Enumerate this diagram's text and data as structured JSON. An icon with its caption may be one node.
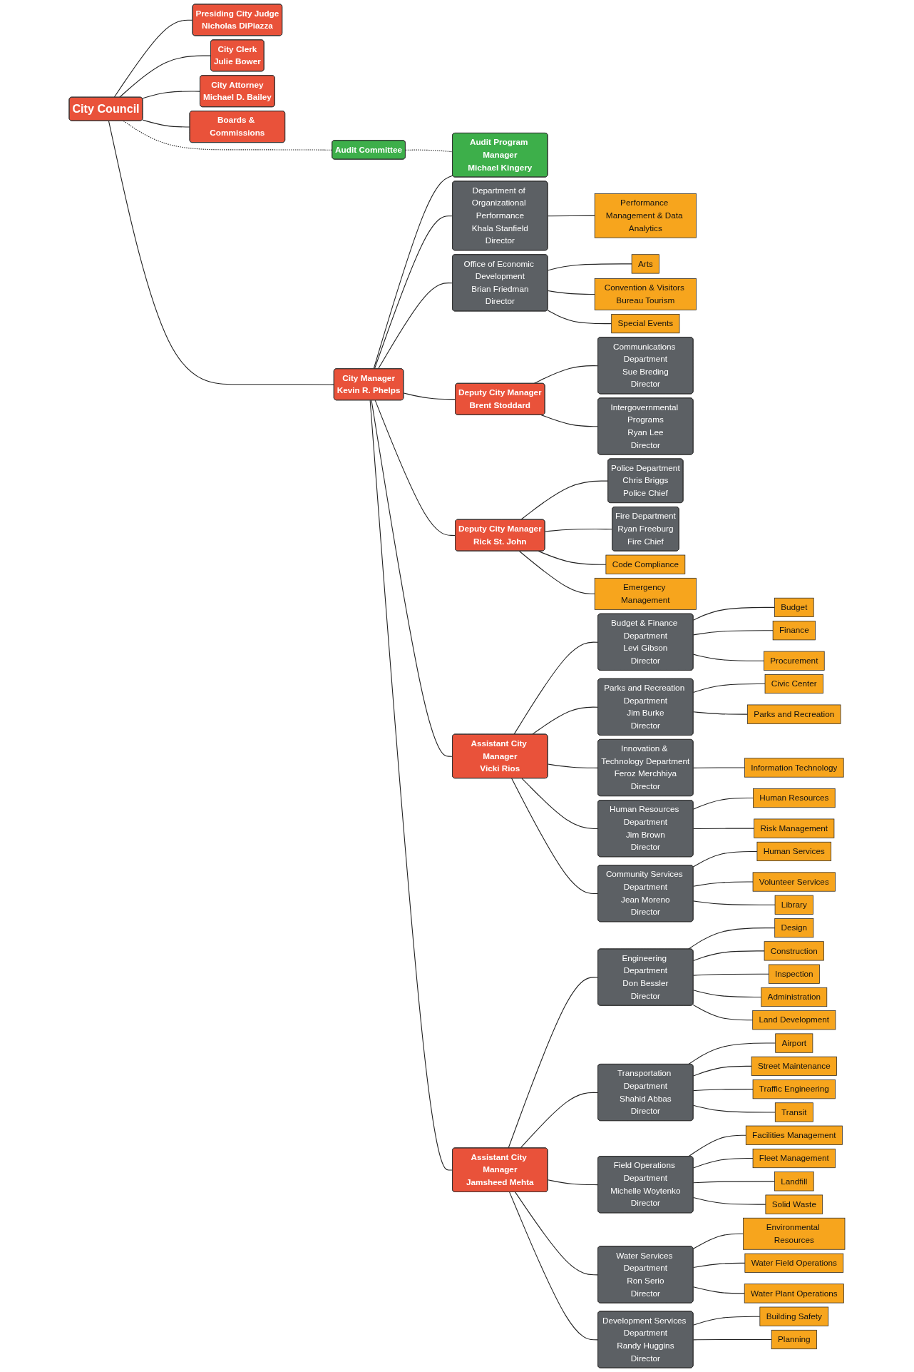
{
  "diagram": {
    "nodes": [
      {
        "text": [
          "City Council"
        ]
      },
      {
        "text": [
          "Audit Committee"
        ]
      },
      {
        "text": [
          "Presiding City Judge",
          "Nicholas DiPiazza"
        ]
      },
      {
        "text": [
          "City Clerk",
          "Julie Bower"
        ]
      },
      {
        "text": [
          "City Manager",
          "Kevin R. Phelps"
        ]
      },
      {
        "text": [
          "City Attorney",
          "Michael D. Bailey"
        ]
      },
      {
        "text": [
          "Boards & Commissions"
        ]
      },
      {
        "text": [
          "Audit Program Manager",
          "Michael Kingery"
        ]
      },
      {
        "text": [
          "Department of Organizational Performance",
          "Khala Stanfield",
          "Director"
        ]
      },
      {
        "text": [
          "Performance Management & Data Analytics"
        ]
      },
      {
        "text": [
          "Office of Economic Development",
          "Brian Friedman",
          "Director"
        ]
      },
      {
        "text": [
          "Arts"
        ]
      },
      {
        "text": [
          "Convention & Visitors Bureau Tourism"
        ]
      },
      {
        "text": [
          "Special Events"
        ]
      },
      {
        "text": [
          "Assistant City Manager",
          "Vicki Rios"
        ]
      },
      {
        "text": [
          "Assistant City Manager",
          "Jamsheed Mehta"
        ]
      },
      {
        "text": [
          "Deputy City Manager",
          "Brent Stoddard"
        ]
      },
      {
        "text": [
          "Communications Department",
          "Sue Breding",
          "Director"
        ]
      },
      {
        "text": [
          "Intergovernmental Programs",
          "Ryan Lee",
          "Director"
        ]
      },
      {
        "text": [
          "Deputy City Manager",
          "Rick St. John"
        ]
      },
      {
        "text": [
          "Police Department",
          "Chris Briggs",
          "Police Chief"
        ]
      },
      {
        "text": [
          "Fire Department",
          "Ryan Freeburg",
          "Fire Chief"
        ]
      },
      {
        "text": [
          "Code Compliance"
        ]
      },
      {
        "text": [
          "Emergency Management"
        ]
      },
      {
        "text": [
          "Budget & Finance Department",
          "Levi Gibson",
          "Director"
        ]
      },
      {
        "text": [
          "Budget"
        ]
      },
      {
        "text": [
          "Finance"
        ]
      },
      {
        "text": [
          "Procurement"
        ]
      },
      {
        "text": [
          "Parks and Recreation Department",
          "Jim Burke",
          "Director"
        ]
      },
      {
        "text": [
          "Civic Center"
        ]
      },
      {
        "text": [
          "Parks and Recreation"
        ]
      },
      {
        "text": [
          "Innovation & Technology Department",
          "Feroz Merchhiya",
          "Director"
        ]
      },
      {
        "text": [
          "Information Technology"
        ]
      },
      {
        "text": [
          "Human Resources Department",
          "Jim Brown",
          "Director"
        ]
      },
      {
        "text": [
          "Human Resources"
        ]
      },
      {
        "text": [
          "Risk Management"
        ]
      },
      {
        "text": [
          "Community Services Department",
          "Jean Moreno",
          "Director"
        ]
      },
      {
        "text": [
          "Human Services"
        ]
      },
      {
        "text": [
          "Volunteer Services"
        ]
      },
      {
        "text": [
          "Library"
        ]
      },
      {
        "text": [
          "Engineering Department",
          "Don Bessler",
          "Director"
        ]
      },
      {
        "text": [
          "Design"
        ]
      },
      {
        "text": [
          "Construction"
        ]
      },
      {
        "text": [
          "Inspection"
        ]
      },
      {
        "text": [
          "Administration"
        ]
      },
      {
        "text": [
          "Land Development"
        ]
      },
      {
        "text": [
          "Transportation Department",
          "Shahid Abbas",
          "Director"
        ]
      },
      {
        "text": [
          "Airport"
        ]
      },
      {
        "text": [
          "Street Maintenance"
        ]
      },
      {
        "text": [
          "Traffic Engineering"
        ]
      },
      {
        "text": [
          "Transit"
        ]
      },
      {
        "text": [
          "Field Operations Department",
          "Michelle Woytenko",
          "Director"
        ]
      },
      {
        "text": [
          "Facilities Management"
        ]
      },
      {
        "text": [
          "Fleet Management"
        ]
      },
      {
        "text": [
          "Landfill"
        ]
      },
      {
        "text": [
          "Solid Waste"
        ]
      },
      {
        "text": [
          "Water Services Department",
          "Ron Serio",
          "Director"
        ]
      },
      {
        "text": [
          "Environmental Resources"
        ]
      },
      {
        "text": [
          "Water Field Operations"
        ]
      },
      {
        "text": [
          "Water Plant Operations"
        ]
      },
      {
        "text": [
          "Development Services Department",
          "Randy Huggins",
          "Director"
        ]
      },
      {
        "text": [
          "Building Safety"
        ]
      },
      {
        "text": [
          "Planning"
        ]
      }
    ],
    "edges": [
      {
        "from": 0,
        "to": 1,
        "arrow": "none",
        "style": "dashed"
      },
      {
        "from": 1,
        "to": 7,
        "arrow": "none",
        "style": "dashed"
      },
      {
        "from": 0,
        "to": 2,
        "arrow": "none"
      },
      {
        "from": 0,
        "to": 3,
        "arrow": "none"
      },
      {
        "from": 0,
        "to": 4,
        "arrow": "none"
      },
      {
        "from": 0,
        "to": 5,
        "arrow": "none"
      },
      {
        "from": 0,
        "to": 6,
        "arrow": "none"
      },
      {
        "from": 4,
        "to": 7,
        "arrow": "none"
      },
      {
        "from": 4,
        "to": 8,
        "arrow": "none"
      },
      {
        "from": 8,
        "to": 9,
        "arrow": "none"
      },
      {
        "from": 4,
        "to": 10,
        "arrow": "none"
      },
      {
        "from": 10,
        "to": 11,
        "arrow": "none"
      },
      {
        "from": 10,
        "to": 12,
        "arrow": "none"
      },
      {
        "from": 10,
        "to": 13,
        "arrow": "none"
      },
      {
        "from": 4,
        "to": 14,
        "arrow": "none"
      },
      {
        "from": 4,
        "to": 15,
        "arrow": "none"
      },
      {
        "from": 4,
        "to": 16,
        "arrow": "none"
      },
      {
        "from": 16,
        "to": 17,
        "arrow": "none"
      },
      {
        "from": 16,
        "to": 18,
        "arrow": "none"
      },
      {
        "from": 4,
        "to": 19,
        "arrow": "none"
      },
      {
        "from": 19,
        "to": 20,
        "arrow": "none"
      },
      {
        "from": 19,
        "to": 21,
        "arrow": "none"
      },
      {
        "from": 19,
        "to": 22,
        "arrow": "none"
      },
      {
        "from": 19,
        "to": 23,
        "arrow": "none"
      },
      {
        "from": 14,
        "to": 24,
        "arrow": "none"
      },
      {
        "from": 24,
        "to": 25,
        "arrow": "none"
      },
      {
        "from": 24,
        "to": 26,
        "arrow": "none"
      },
      {
        "from": 24,
        "to": 27,
        "arrow": "none"
      },
      {
        "from": 14,
        "to": 28,
        "arrow": "none"
      },
      {
        "from": 28,
        "to": 29,
        "arrow": "none"
      },
      {
        "from": 28,
        "to": 30,
        "arrow": "none"
      },
      {
        "from": 14,
        "to": 31,
        "arrow": "none"
      },
      {
        "from": 31,
        "to": 32,
        "arrow": "none"
      },
      {
        "from": 14,
        "to": 33,
        "arrow": "none"
      },
      {
        "from": 33,
        "to": 34,
        "arrow": "none"
      },
      {
        "from": 33,
        "to": 35,
        "arrow": "none"
      },
      {
        "from": 14,
        "to": 36,
        "arrow": "none"
      },
      {
        "from": 36,
        "to": 37,
        "arrow": "none"
      },
      {
        "from": 36,
        "to": 38,
        "arrow": "none"
      },
      {
        "from": 36,
        "to": 39,
        "arrow": "none"
      },
      {
        "from": 15,
        "to": 40,
        "arrow": "none"
      },
      {
        "from": 40,
        "to": 41,
        "arrow": "none"
      },
      {
        "from": 40,
        "to": 42,
        "arrow": "none"
      },
      {
        "from": 40,
        "to": 43,
        "arrow": "none"
      },
      {
        "from": 40,
        "to": 44,
        "arrow": "none"
      },
      {
        "from": 40,
        "to": 45,
        "arrow": "none"
      },
      {
        "from": 15,
        "to": 46,
        "arrow": "none"
      },
      {
        "from": 46,
        "to": 47,
        "arrow": "none"
      },
      {
        "from": 46,
        "to": 48,
        "arrow": "none"
      },
      {
        "from": 46,
        "to": 49,
        "arrow": "none"
      },
      {
        "from": 46,
        "to": 50,
        "arrow": "none"
      },
      {
        "from": 15,
        "to": 51,
        "arrow": "none"
      },
      {
        "from": 51,
        "to": 52,
        "arrow": "none"
      },
      {
        "from": 51,
        "to": 53,
        "arrow": "none"
      },
      {
        "from": 51,
        "to": 54,
        "arrow": "none"
      },
      {
        "from": 51,
        "to": 55,
        "arrow": "none"
      },
      {
        "from": 15,
        "to": 56,
        "arrow": "none"
      },
      {
        "from": 56,
        "to": 57,
        "arrow": "none"
      },
      {
        "from": 56,
        "to": 58,
        "arrow": "none"
      },
      {
        "from": 56,
        "to": 59,
        "arrow": "none"
      },
      {
        "from": 15,
        "to": 60,
        "arrow": "none"
      },
      {
        "from": 60,
        "to": 61,
        "arrow": "none"
      },
      {
        "from": 60,
        "to": 62,
        "arrow": "none"
      }
    ]
  }
}
